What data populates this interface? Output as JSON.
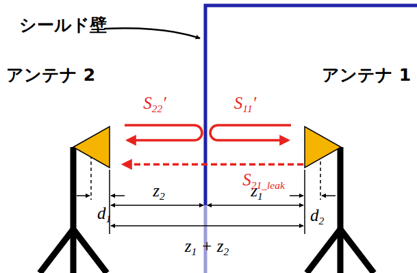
{
  "diagram": {
    "nodes": [
      {
        "text": [
          "アンテナ 2"
        ]
      },
      {
        "text": [
          "アンテナ 1"
        ]
      }
    ],
    "edges": [
      {
        "from": 1,
        "to": 0,
        "arrow": "to",
        "label": "S21_leak"
      }
    ],
    "labels": [
      "シールド壁",
      "S22′",
      "S11′",
      "d1",
      "z2",
      "z1",
      "d2",
      "z1 + z2"
    ]
  }
}
